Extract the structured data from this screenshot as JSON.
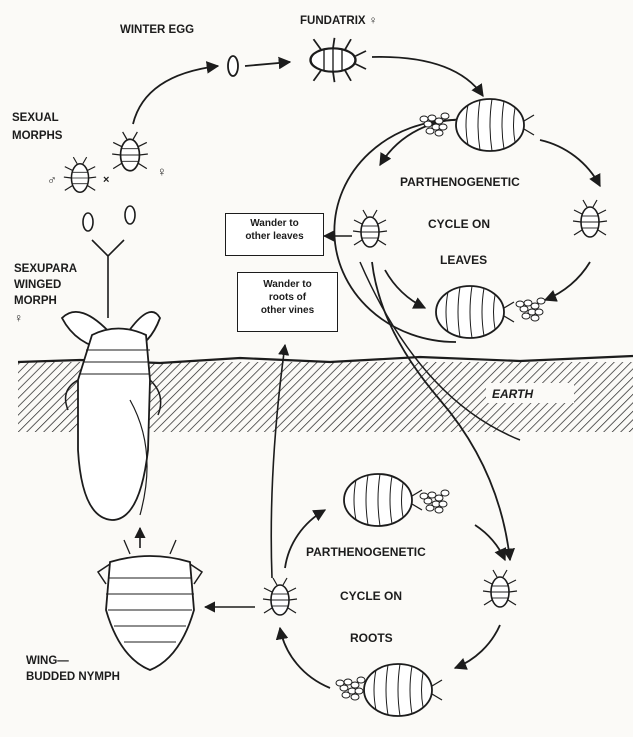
{
  "labels": {
    "winter_egg": "WINTER EGG",
    "fundatrix": "FUNDATRIX ♀",
    "sexual_morphs_1": "SEXUAL",
    "sexual_morphs_2": "MORPHS",
    "male_symbol": "♂",
    "female_symbol": "♀",
    "times": "×",
    "sexupara_1": "SEXUPARA",
    "sexupara_2": "WINGED",
    "sexupara_3": "MORPH",
    "sexupara_sym": "♀",
    "leaves_cycle_1": "PARTHENOGENETIC",
    "leaves_cycle_2": "CYCLE ON",
    "leaves_cycle_3": "LEAVES",
    "roots_cycle_1": "PARTHENOGENETIC",
    "roots_cycle_2": "CYCLE ON",
    "roots_cycle_3": "ROOTS",
    "earth": "EARTH",
    "nymph_1": "WING—",
    "nymph_2": "BUDDED NYMPH"
  },
  "boxes": {
    "wander_leaves_1": "Wander to",
    "wander_leaves_2": "other leaves",
    "wander_roots_1": "Wander to",
    "wander_roots_2": "roots of",
    "wander_roots_3": "other vines"
  },
  "colors": {
    "ink": "#1c1c1c",
    "paper": "#fbfaf7"
  }
}
